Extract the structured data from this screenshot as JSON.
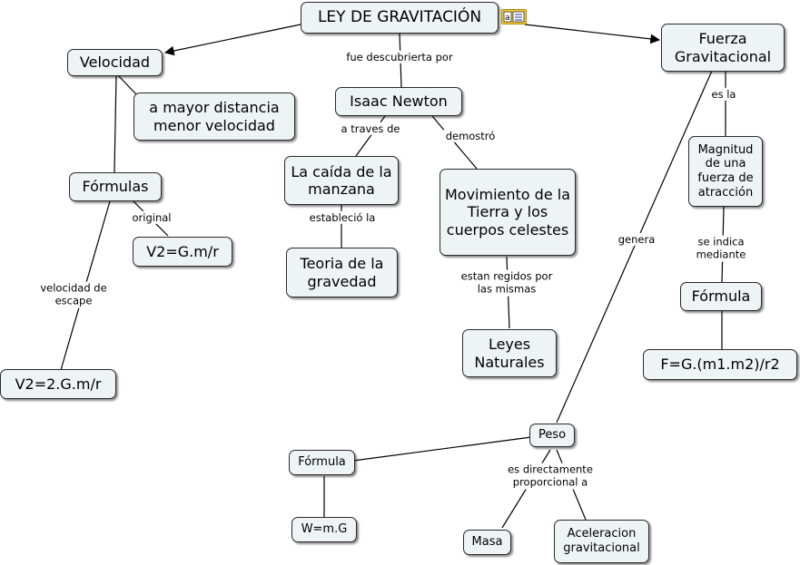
{
  "nodes": {
    "ley": "LEY DE GRAVITACIÓN",
    "velocidad": "Velocidad",
    "mayor_distancia": "a mayor distancia menor velocidad",
    "formulas": "Fórmulas",
    "v2_gmr": "V2=G.m/r",
    "v2_2gmr": "V2=2.G.m/r",
    "newton": "Isaac Newton",
    "caida": "La caída de la manzana",
    "teoria": "Teoria de la gravedad",
    "movimiento": "Movimiento de la Tierra y los cuerpos celestes",
    "leyes": "Leyes Naturales",
    "fuerza": "Fuerza Gravitacional",
    "magnitud": "Magnitud de una fuerza de atracción",
    "formula_f": "Fórmula",
    "f_eq": "F=G.(m1.m2)/r2",
    "peso": "Peso",
    "formula_w": "Fórmula",
    "w_eq": "W=m.G",
    "masa": "Masa",
    "aceleracion": "Aceleracion gravitacional"
  },
  "links": {
    "fue_descubierta": "fue descubrierta por",
    "a_traves": "a traves de",
    "demostro": "demostró",
    "establecio": "estableció la",
    "regidos": "estan regidos por las mismas",
    "original": "original",
    "escape": "velocidad de escape",
    "es_la": "es la",
    "se_indica": "se indica mediante",
    "genera": "genera",
    "proporcional": "es directamente proporcional a"
  },
  "icons": {
    "resource": "attached-resource-icon"
  },
  "colors": {
    "node_fill": "#eef3f5",
    "node_border": "#2a2a2a",
    "line": "#000000",
    "icon": "#f6c93c"
  }
}
